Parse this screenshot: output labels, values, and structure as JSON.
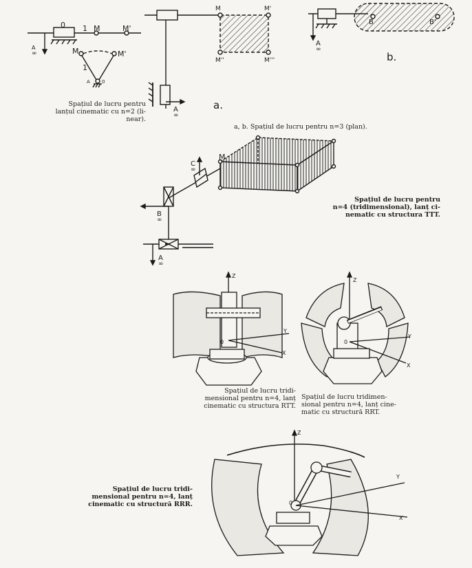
{
  "figure_labels": {
    "sub_a": "a.",
    "sub_b": "b.",
    "zero": "0",
    "one": "1",
    "M": "M",
    "M1": "M'",
    "M2": "M''",
    "M3": "M'''",
    "A": "A",
    "B": "B",
    "B1": "B'",
    "C": "C",
    "infinity": "∞",
    "X": "X",
    "Y": "Y",
    "Z": "Z"
  },
  "captions": {
    "linear": [
      "Spațiul de lucru pentru",
      "lanțul cinematic cu n=2 (li-",
      "near)."
    ],
    "plan": "a, b. Spațiul de lucru pentru n=3 (plan).",
    "ttt": [
      "Spațiul de lucru pentru",
      "n=4 (tridimensional), lanț ci-",
      "nematic cu structura TTT."
    ],
    "rtt": [
      "Spațiul de lucru tridi-",
      "mensional pentru n=4, lanț",
      "cinematic cu structura RTT."
    ],
    "rrt": [
      "Spațiul de lucru tridimen-",
      "sional pentru n=4, lanț cine-",
      "matic cu structură RRT."
    ],
    "rrr": [
      "Spațiul de lucru tridi-",
      "mensional pentru n=4, lanț",
      "cinematic cu structură RRR."
    ]
  }
}
